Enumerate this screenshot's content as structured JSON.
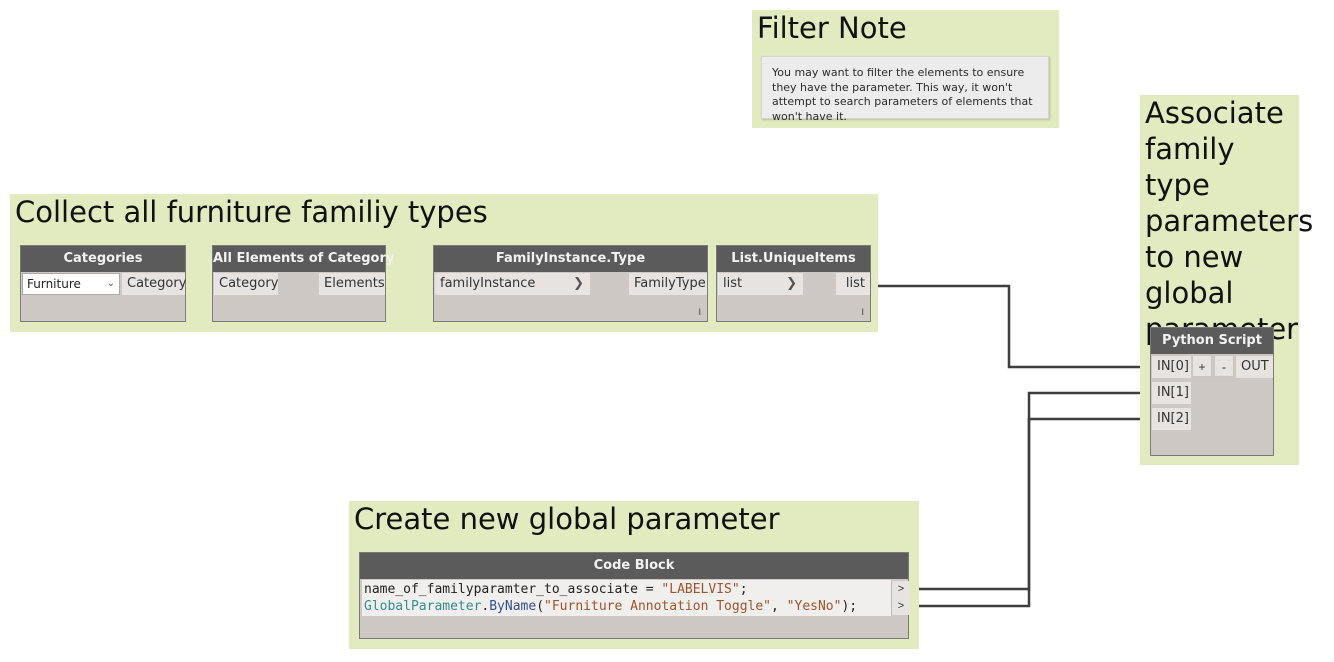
{
  "groups": {
    "filter_note": {
      "title": "Filter Note",
      "note": "You may want to filter the elements to ensure they have the parameter. This way, it won't attempt to search parameters of elements that won't have it."
    },
    "collect": {
      "title": "Collect all furniture familiy types"
    },
    "associate": {
      "title": "Associate family type parameters to new global parameter"
    },
    "create": {
      "title": "Create new global parameter"
    }
  },
  "nodes": {
    "categories": {
      "title": "Categories",
      "dropdown_value": "Furniture",
      "output": "Category"
    },
    "all_elements": {
      "title": "All Elements of Category",
      "input": "Category",
      "output": "Elements"
    },
    "family_instance_type": {
      "title": "FamilyInstance.Type",
      "input": "familyInstance",
      "output": "FamilyType"
    },
    "unique_items": {
      "title": "List.UniqueItems",
      "input": "list",
      "output": "list"
    },
    "python_script": {
      "title": "Python Script",
      "inputs": [
        "IN[0]",
        "IN[1]",
        "IN[2]"
      ],
      "add_label": "+",
      "remove_label": "-",
      "output": "OUT"
    },
    "code_block": {
      "title": "Code Block",
      "line1": {
        "var": "name_of_familyparamter_to_associate = ",
        "str": "\"LABELVIS\"",
        "end": ";"
      },
      "line2": {
        "cls": "GlobalParameter",
        "dot": ".",
        "fn": "ByName",
        "open": "(",
        "arg1": "\"Furniture Annotation Toggle\"",
        "sep": ", ",
        "arg2": "\"YesNo\"",
        "close": ");"
      },
      "out_label": ">"
    }
  },
  "colors": {
    "group": "#e2eabf",
    "node_body": "#cdc8c3",
    "node_header": "#5b5b5b",
    "wire": "#3e3e3e"
  },
  "lacing_marker": "I"
}
